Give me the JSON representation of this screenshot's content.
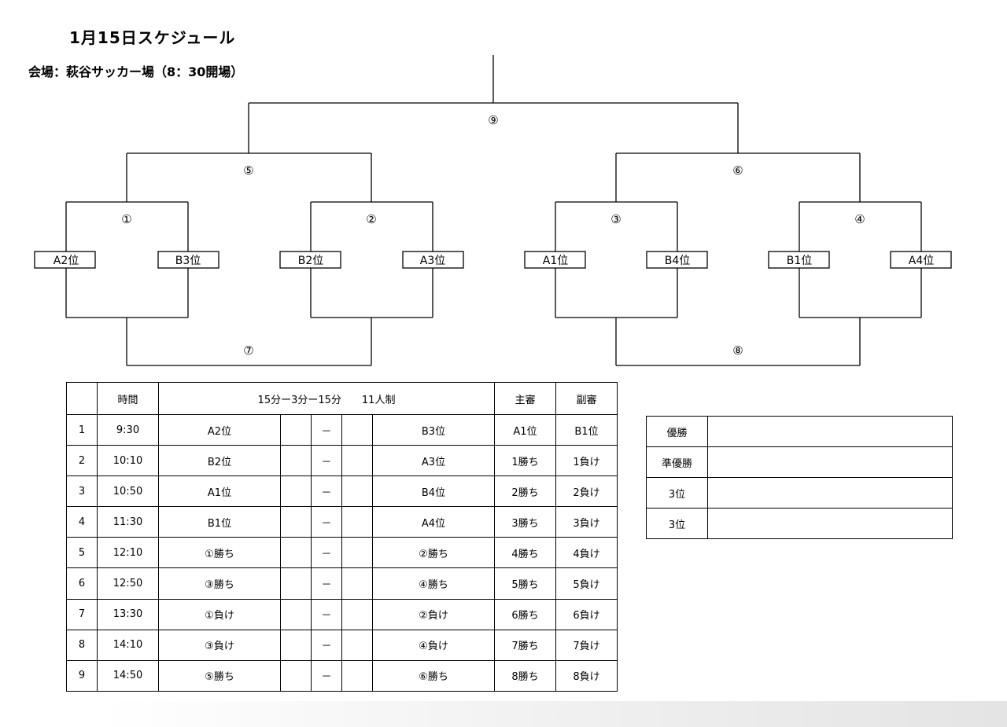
{
  "title": "1月15日スケジュール",
  "venue": "会場：萩谷サッカー場（8：30開場）",
  "bracket": {
    "match_numbers": [
      "①",
      "②",
      "③",
      "④",
      "⑤",
      "⑥",
      "⑦",
      "⑧",
      "⑨"
    ],
    "slots": [
      "A2位",
      "B3位",
      "B2位",
      "A3位",
      "A1位",
      "B4位",
      "B1位",
      "A4位"
    ]
  },
  "schedule": {
    "headers": {
      "time": "時間",
      "format": "15分ー3分ー15分　　11人制",
      "referee": "主審",
      "assistant": "副審"
    },
    "rows": [
      {
        "no": "1",
        "time": "9:30",
        "home": "A2位",
        "dash": "－",
        "away": "B3位",
        "ref": "A1位",
        "asst": "B1位"
      },
      {
        "no": "2",
        "time": "10:10",
        "home": "B2位",
        "dash": "－",
        "away": "A3位",
        "ref": "1勝ち",
        "asst": "1負け"
      },
      {
        "no": "3",
        "time": "10:50",
        "home": "A1位",
        "dash": "－",
        "away": "B4位",
        "ref": "2勝ち",
        "asst": "2負け"
      },
      {
        "no": "4",
        "time": "11:30",
        "home": "B1位",
        "dash": "－",
        "away": "A4位",
        "ref": "3勝ち",
        "asst": "3負け"
      },
      {
        "no": "5",
        "time": "12:10",
        "home": "①勝ち",
        "dash": "－",
        "away": "②勝ち",
        "ref": "4勝ち",
        "asst": "4負け"
      },
      {
        "no": "6",
        "time": "12:50",
        "home": "③勝ち",
        "dash": "－",
        "away": "④勝ち",
        "ref": "5勝ち",
        "asst": "5負け"
      },
      {
        "no": "7",
        "time": "13:30",
        "home": "①負け",
        "dash": "－",
        "away": "②負け",
        "ref": "6勝ち",
        "asst": "6負け"
      },
      {
        "no": "8",
        "time": "14:10",
        "home": "③負け",
        "dash": "－",
        "away": "④負け",
        "ref": "7勝ち",
        "asst": "7負け"
      },
      {
        "no": "9",
        "time": "14:50",
        "home": "⑤勝ち",
        "dash": "－",
        "away": "⑥勝ち",
        "ref": "8勝ち",
        "asst": "8負け"
      }
    ]
  },
  "results": [
    {
      "label": "優勝",
      "value": ""
    },
    {
      "label": "準優勝",
      "value": ""
    },
    {
      "label": "3位",
      "value": ""
    },
    {
      "label": "3位",
      "value": ""
    }
  ]
}
